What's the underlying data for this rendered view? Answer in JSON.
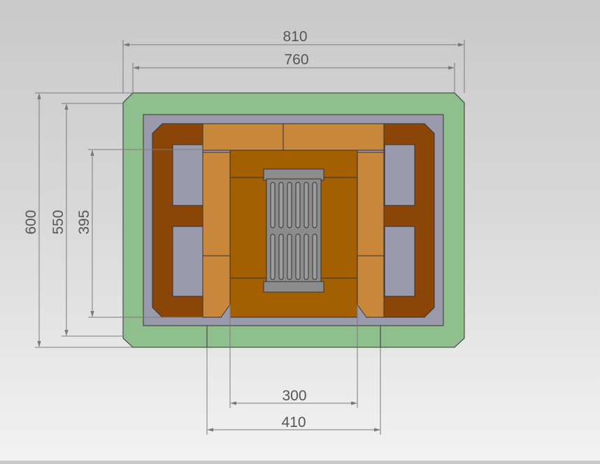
{
  "dimensions": {
    "outer_width": "810",
    "inner_width": "760",
    "outer_height": "600",
    "inner_height": "550",
    "cavity_height": "395",
    "firebox_width": "300",
    "base_width": "410"
  },
  "colors": {
    "outer_frame": "#8fbf8c",
    "inner_liner": "#9a9aac",
    "dark_brick": "#8b4507",
    "light_brick": "#c8873a",
    "floor": "#a35f00",
    "grate": "#8c8c8c",
    "dimension_lines": "#7a7a7a"
  }
}
